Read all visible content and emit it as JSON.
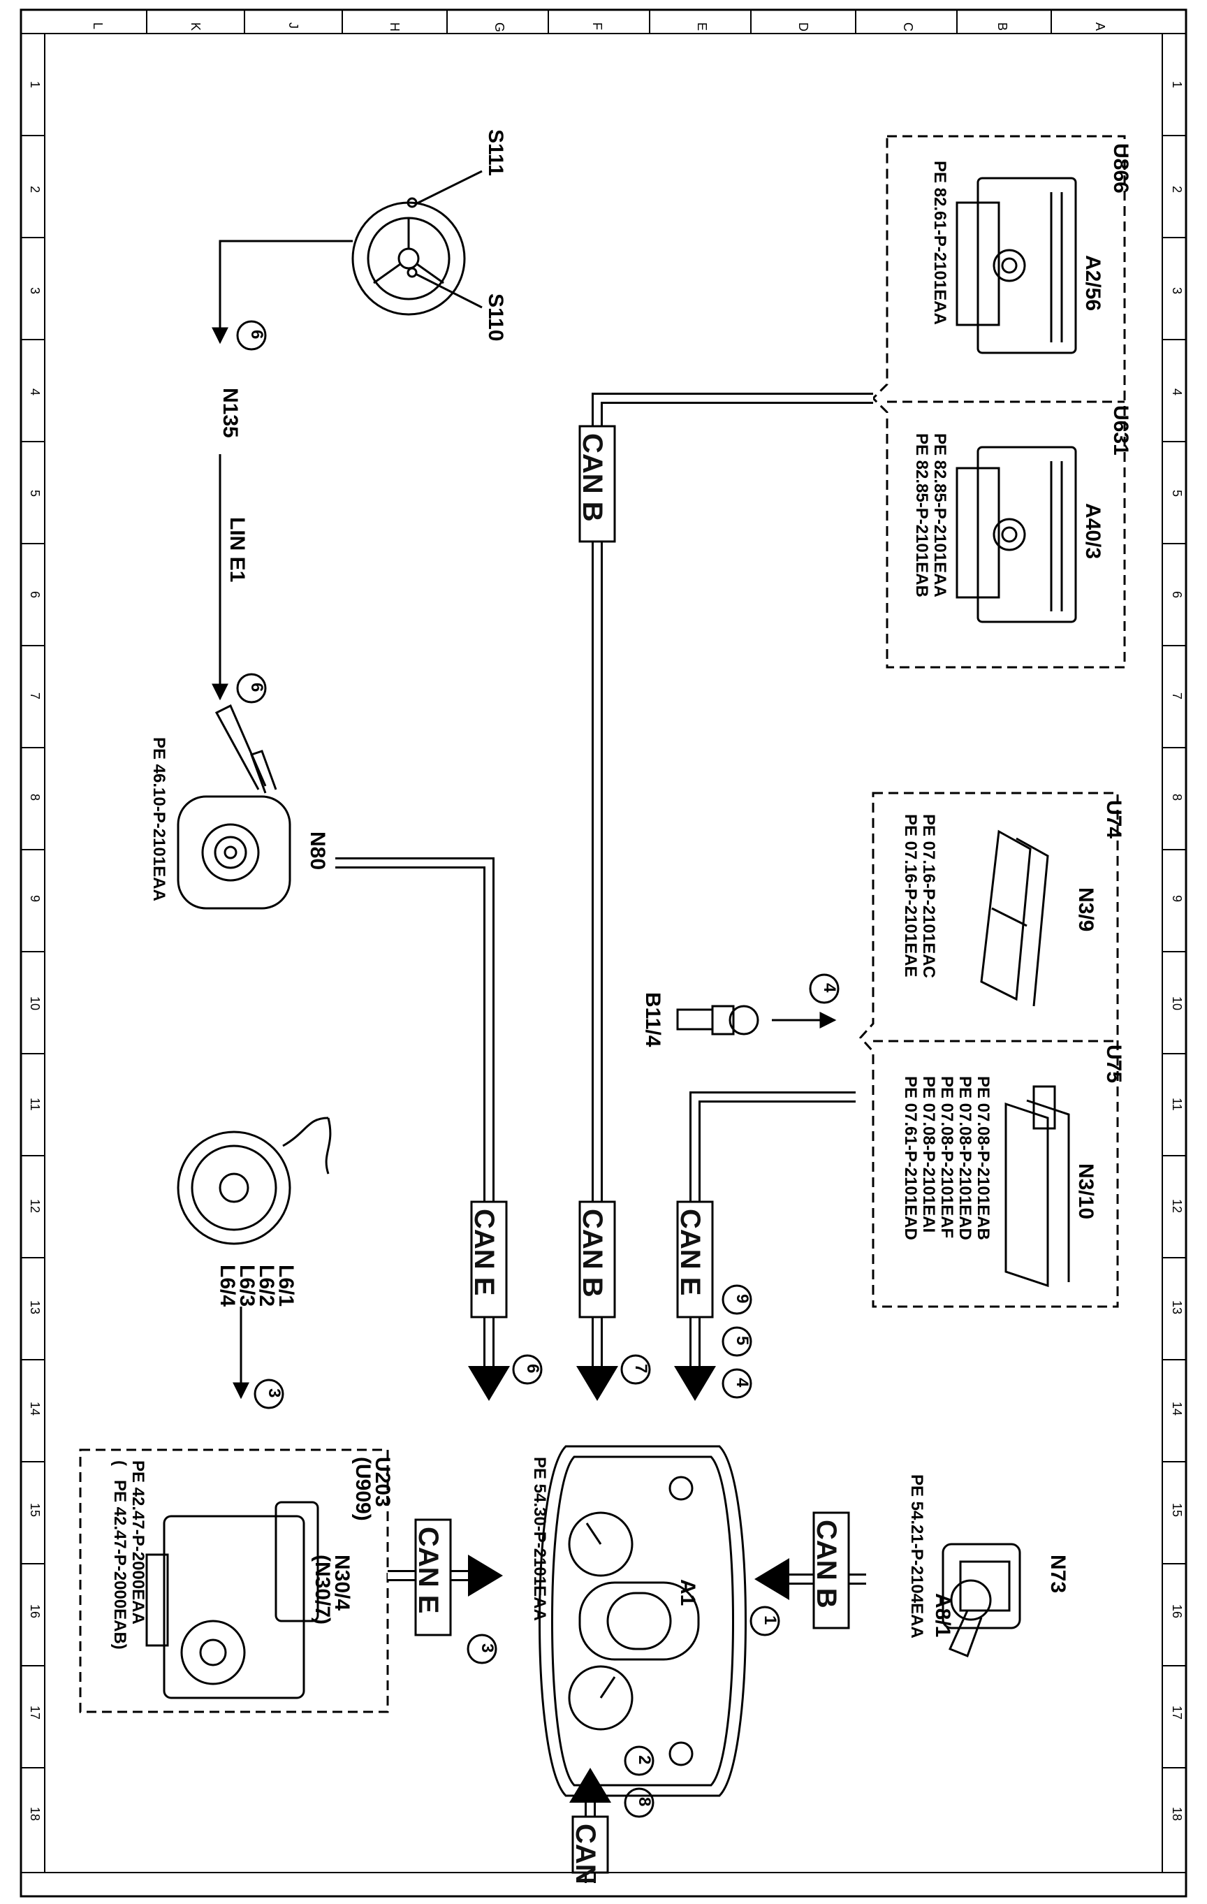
{
  "frame": {
    "col_labels": [
      "L",
      "K",
      "J",
      "H",
      "G",
      "F",
      "E",
      "D",
      "C",
      "B",
      "A"
    ],
    "row_labels": [
      "1",
      "2",
      "3",
      "4",
      "5",
      "6",
      "7",
      "8",
      "9",
      "10",
      "11",
      "12",
      "13",
      "14",
      "15",
      "16",
      "17",
      "18"
    ]
  },
  "components": {
    "U866": {
      "group": "U866",
      "name": "A2/56",
      "refs": [
        "PE 82.61-P-2101EAA"
      ]
    },
    "U631": {
      "group": "U631",
      "name": "A40/3",
      "refs": [
        "PE 82.85-P-2101EAA",
        "PE 82.85-P-2101EAB"
      ]
    },
    "U74": {
      "group": "U74",
      "name": "N3/9",
      "refs": [
        "PE 07.16-P-2101EAC",
        "PE 07.16-P-2101EAE"
      ]
    },
    "U75": {
      "group": "U75",
      "name": "N3/10",
      "refs": [
        "PE 07.08-P-2101EAB",
        "PE 07.08-P-2101EAD",
        "PE 07.08-P-2101EAF",
        "PE 07.08-P-2101EAI",
        "PE 07.61-P-2101EAD"
      ]
    },
    "steering": {
      "s111": "S111",
      "s110": "S110",
      "n135": "N135"
    },
    "N80": {
      "name": "N80",
      "ref": "PE 46.10-P-2101EAA"
    },
    "B11_4": {
      "name": "B11/4"
    },
    "L6": {
      "lines": [
        "L6/1",
        "L6/2",
        "L6/3",
        "L6/4"
      ]
    },
    "A1": {
      "name": "A1",
      "ref": "PE 54.30-P-2101EAA"
    },
    "N73": {
      "name": "N73",
      "sub": "A8/1",
      "ref": "PE 54.21-P-2104EAA"
    },
    "U203": {
      "group": "U203",
      "group2": "(U909)",
      "name": "N30/4",
      "name2": "(N30/7)",
      "ref1": "PE 42.47-P-2000EAA",
      "ref2": "(",
      "ref2b": "PE 42.47-P-2000EAB)"
    }
  },
  "buses": {
    "lin_e1": "LIN E1",
    "can_b_top": "CAN B",
    "can_b_mid": "CAN B",
    "can_e_left": "CAN E",
    "can_e_right": "CAN E",
    "can_b_n73": "CAN B",
    "can_e_u203": "CAN E",
    "can_bottom": "CAN"
  },
  "circles": {
    "c1": "1",
    "c2": "2",
    "c3a": "3",
    "c3b": "3",
    "c4a": "4",
    "c4b": "4",
    "c5": "5",
    "c6a": "6",
    "c6b": "6",
    "c6c": "6",
    "c7": "7",
    "c8": "8",
    "c9": "9"
  }
}
